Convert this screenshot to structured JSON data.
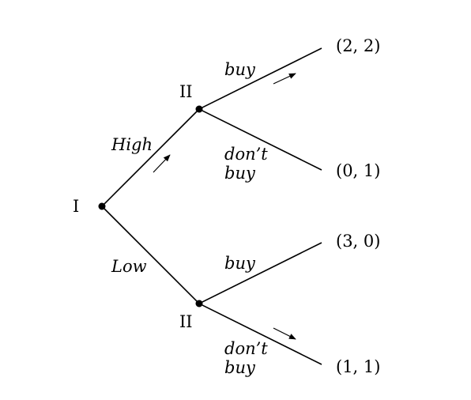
{
  "players": {
    "root": "I",
    "upper": "II",
    "lower": "II"
  },
  "actions": {
    "high": "High",
    "low": "Low",
    "upper_buy": "buy",
    "upper_dont_line1": "don’t",
    "upper_dont_line2": "buy",
    "lower_buy": "buy",
    "lower_dont_line1": "don’t",
    "lower_dont_line2": "buy"
  },
  "payoffs": {
    "high_buy": "(2, 2)",
    "high_dont": "(0, 1)",
    "low_buy": "(3, 0)",
    "low_dont": "(1, 1)"
  }
}
